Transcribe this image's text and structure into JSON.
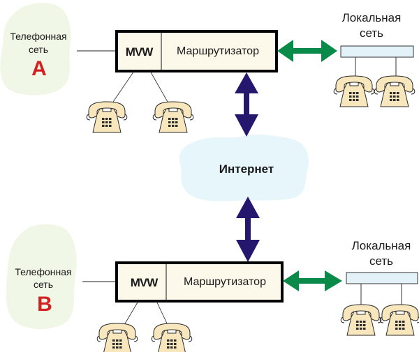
{
  "colors": {
    "phone_net_cloud": "#f1f7e6",
    "internet_cloud": "#e6f6fb",
    "device_fill": "#fcf9ea",
    "device_border": "#000000",
    "lan_bus_fill": "#e2f2f8",
    "lan_arrow": "#0a8a48",
    "internet_arrow": "#25166e",
    "phone_fill": "#f8e6bc",
    "network_letter": "#d42020"
  },
  "networks": [
    {
      "id": "A",
      "label_line1": "Телефонная",
      "label_line2": "сеть",
      "letter": "A"
    },
    {
      "id": "B",
      "label_line1": "Телефонная",
      "label_line2": "сеть",
      "letter": "B"
    }
  ],
  "devices": [
    {
      "gateway_label": "MVW",
      "router_label": "Маршрутизатор"
    },
    {
      "gateway_label": "MVW",
      "router_label": "Маршрутизатор"
    }
  ],
  "lans": [
    {
      "label_line1": "Локальная",
      "label_line2": "сеть"
    },
    {
      "label_line1": "Локальная",
      "label_line2": "сеть"
    }
  ],
  "internet": {
    "label": "Интернет"
  },
  "icons": {
    "phone": "telephone-icon",
    "lan_link": "double-arrow-horizontal-icon",
    "internet_link": "double-arrow-vertical-icon"
  }
}
